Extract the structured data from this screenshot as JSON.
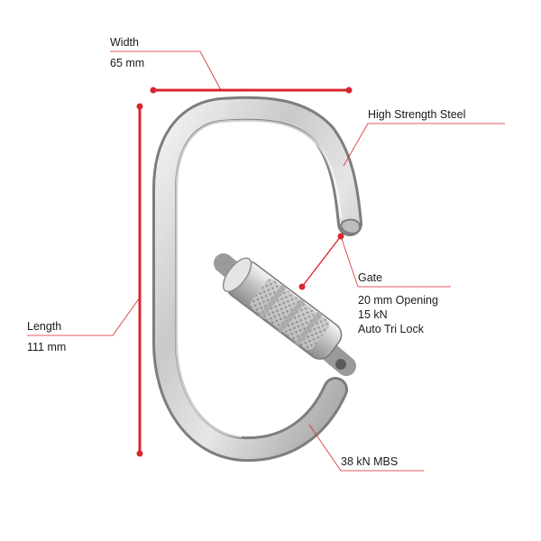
{
  "accent_color": "#d8262f",
  "specs": {
    "width": {
      "title": "Width",
      "value": "65 mm"
    },
    "length": {
      "title": "Length",
      "value": "111 mm"
    },
    "material": {
      "title": "High Strength Steel"
    },
    "gate": {
      "title": "Gate",
      "opening": "20 mm Opening",
      "strength": "15 kN",
      "lock": "Auto Tri Lock"
    },
    "mbs": {
      "title": "38 kN MBS"
    }
  }
}
